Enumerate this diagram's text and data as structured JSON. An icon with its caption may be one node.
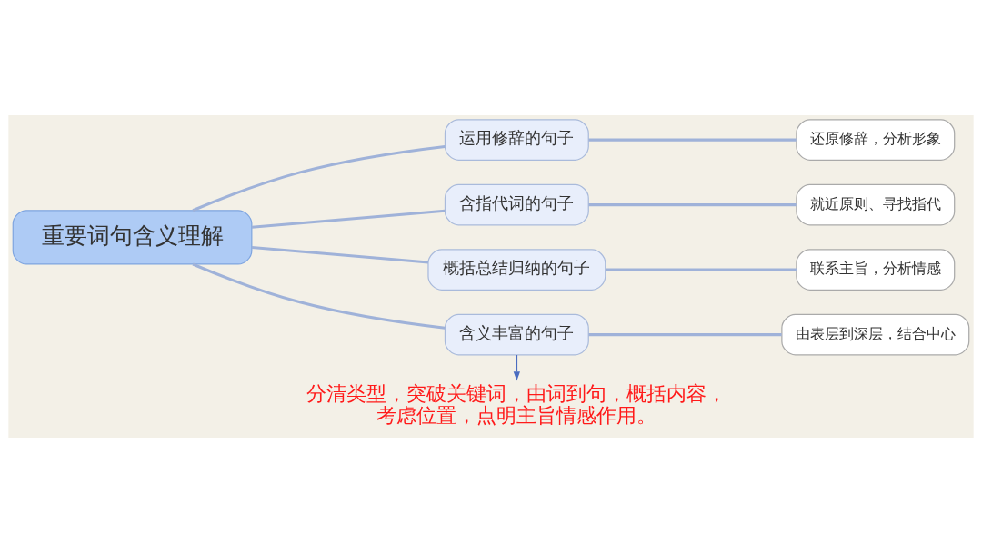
{
  "diagram": {
    "nodes": [
      {
        "text": [
          "重要词句含义理解"
        ]
      },
      {
        "text": [
          "运用修辞的句子"
        ]
      },
      {
        "text": [
          "还原修辞，分析形象"
        ]
      },
      {
        "text": [
          "含指代词的句子"
        ]
      },
      {
        "text": [
          "就近原则、寻找指代"
        ]
      },
      {
        "text": [
          "概括总结归纳的句子"
        ]
      },
      {
        "text": [
          "联系主旨，分析情感"
        ]
      },
      {
        "text": [
          "含义丰富的句子"
        ]
      },
      {
        "text": [
          "由表层到深层，结合中心"
        ]
      },
      {
        "text": [
          "分清类型，突破关键词，由词到句，概括内容，考虑位置，点明主旨情感作用。"
        ]
      }
    ],
    "edges": [
      {
        "from": 0,
        "to": 1,
        "arrow": "none"
      },
      {
        "from": 0,
        "to": 3,
        "arrow": "none"
      },
      {
        "from": 0,
        "to": 5,
        "arrow": "none"
      },
      {
        "from": 0,
        "to": 7,
        "arrow": "none"
      },
      {
        "from": 1,
        "to": 2,
        "arrow": "none"
      },
      {
        "from": 3,
        "to": 4,
        "arrow": "none"
      },
      {
        "from": 5,
        "to": 6,
        "arrow": "none"
      },
      {
        "from": 7,
        "to": 8,
        "arrow": "none"
      },
      {
        "from": 7,
        "to": 9,
        "arrow": "to",
        "color": "#4a6cc0"
      }
    ]
  }
}
